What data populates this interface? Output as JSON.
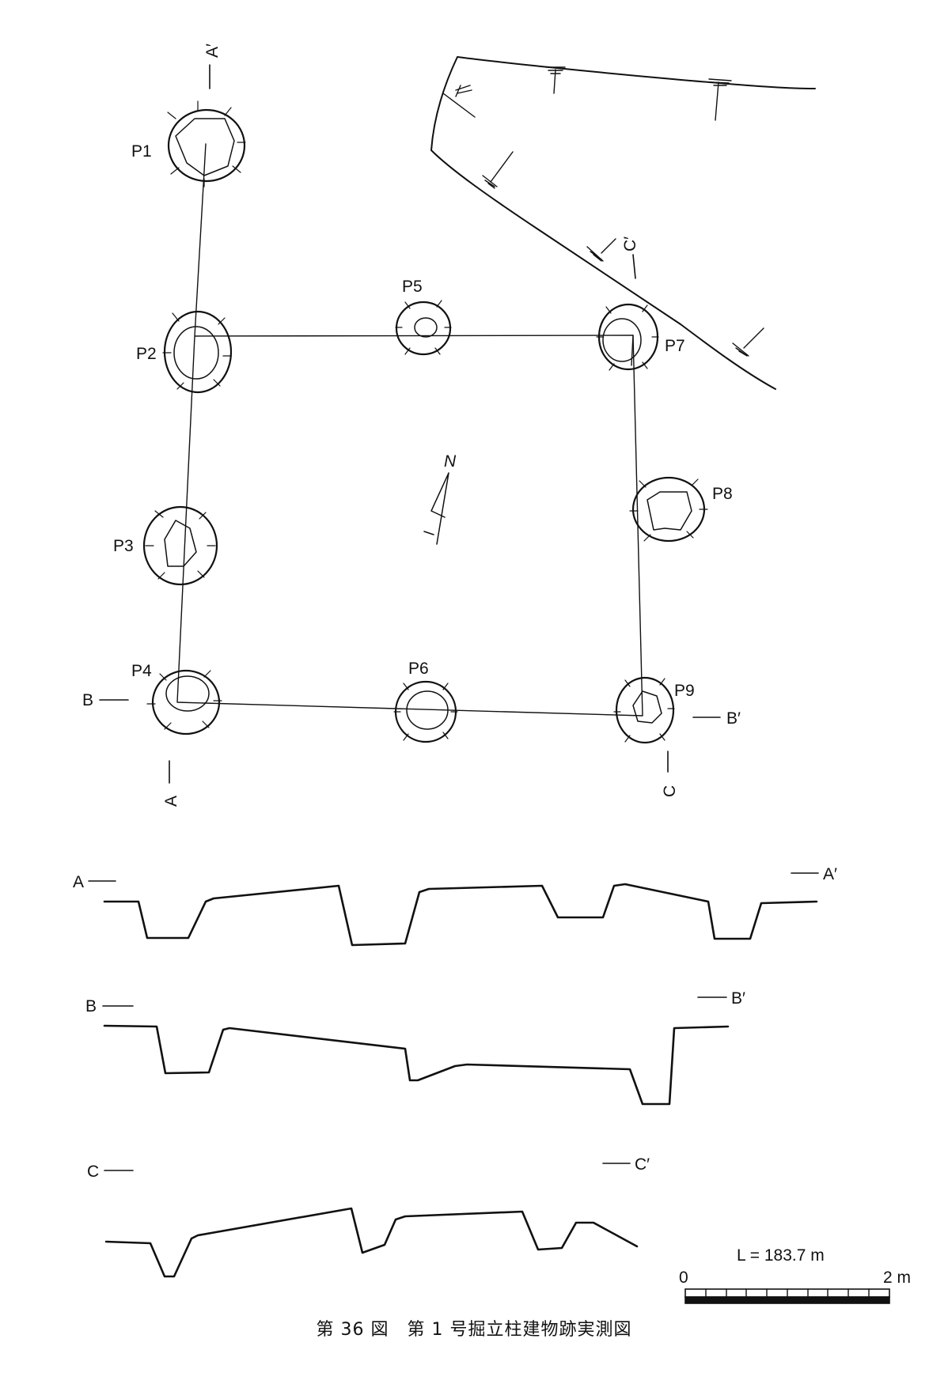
{
  "plan": {
    "pits": [
      "P1",
      "P2",
      "P3",
      "P4",
      "P5",
      "P6",
      "P7",
      "P8",
      "P9"
    ],
    "section_ends": {
      "A": "A",
      "A_prime": "A′",
      "B": "B",
      "B_prime": "B′",
      "C": "C",
      "C_prime": "C′"
    },
    "north": "N"
  },
  "sections": {
    "A": "A",
    "A_prime": "A′",
    "B": "B",
    "B_prime": "B′",
    "C": "C",
    "C_prime": "C′"
  },
  "scale": {
    "level": "L = 183.7 m",
    "zero": "0",
    "end": "2 m"
  },
  "caption": "第 36 図　第 1 号掘立柱建物跡実測図"
}
